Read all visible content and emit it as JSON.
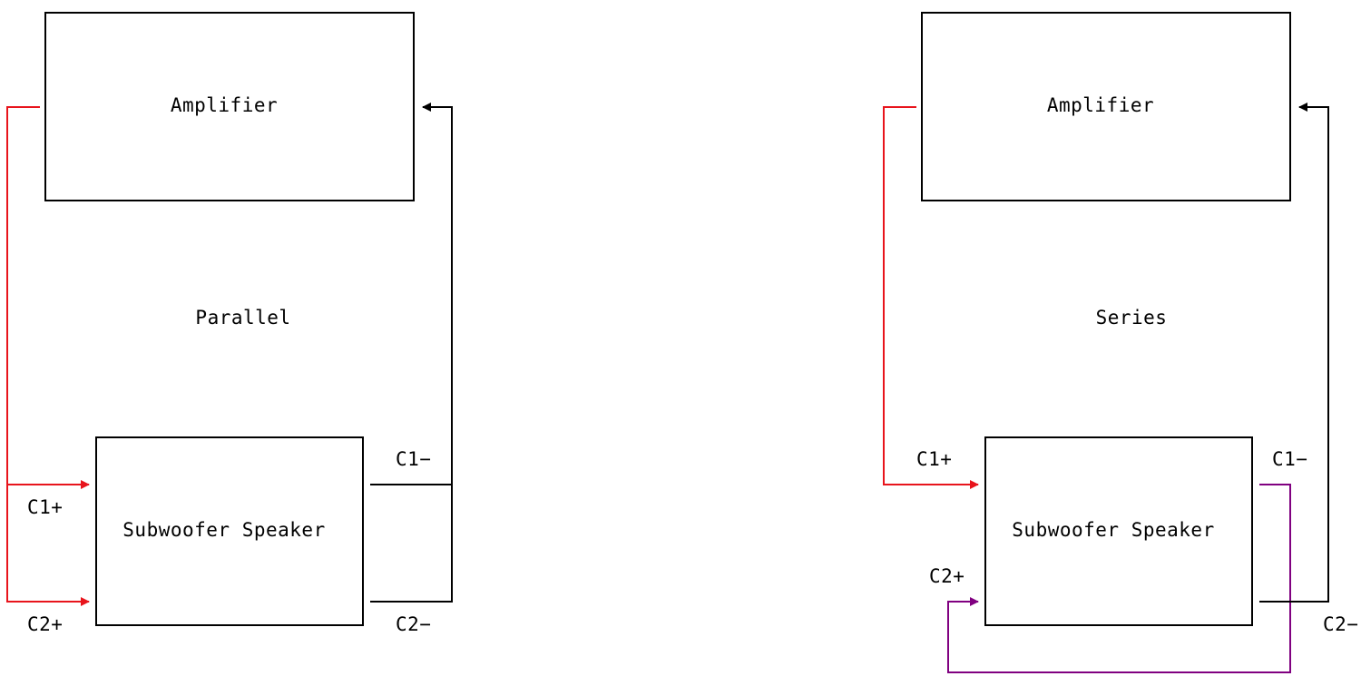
{
  "parallel": {
    "title": "Parallel",
    "amplifier_label": "Amplifier",
    "speaker_label": "Subwoofer Speaker",
    "terminals": {
      "c1_plus": "C1+",
      "c2_plus": "C2+",
      "c1_minus": "C1−",
      "c2_minus": "C2−"
    }
  },
  "series": {
    "title": "Series",
    "amplifier_label": "Amplifier",
    "speaker_label": "Subwoofer Speaker",
    "terminals": {
      "c1_plus": "C1+",
      "c2_plus": "C2+",
      "c1_minus": "C1−",
      "c2_minus": "C2−"
    }
  },
  "colors": {
    "positive_wire": "#e8141c",
    "negative_wire": "#000000",
    "bridge_wire": "#800080"
  }
}
